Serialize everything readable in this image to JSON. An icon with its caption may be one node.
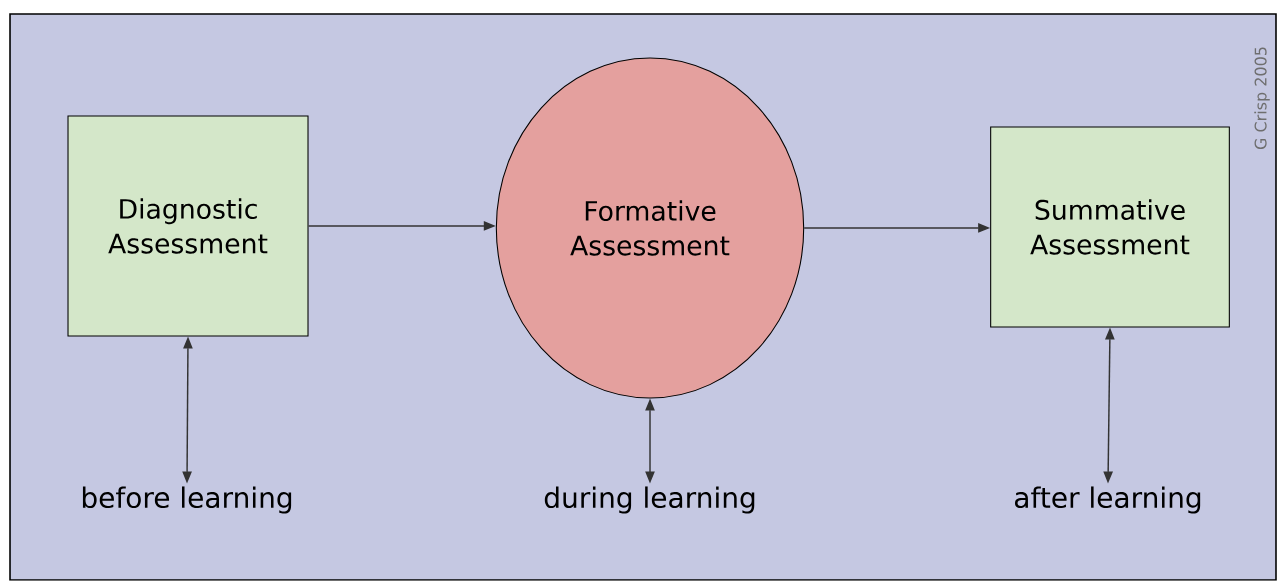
{
  "diagram": {
    "nodes": [
      {
        "text": [
          "Diagnostic Assessment"
        ]
      },
      {
        "text": [
          "Formative Assessment"
        ]
      },
      {
        "text": [
          "Summative Assessment"
        ]
      },
      {
        "text": [
          "before learning"
        ]
      },
      {
        "text": [
          "during learning"
        ]
      },
      {
        "text": [
          "after learning"
        ]
      }
    ],
    "edges": [
      {
        "from": 0,
        "to": 1,
        "arrow": "to"
      },
      {
        "from": 1,
        "to": 2,
        "arrow": "to"
      },
      {
        "from": 0,
        "to": 3,
        "arrow": "both"
      },
      {
        "from": 1,
        "to": 4,
        "arrow": "both"
      },
      {
        "from": 2,
        "to": 5,
        "arrow": "both"
      }
    ],
    "labels": [
      "G Crisp 2005"
    ]
  }
}
